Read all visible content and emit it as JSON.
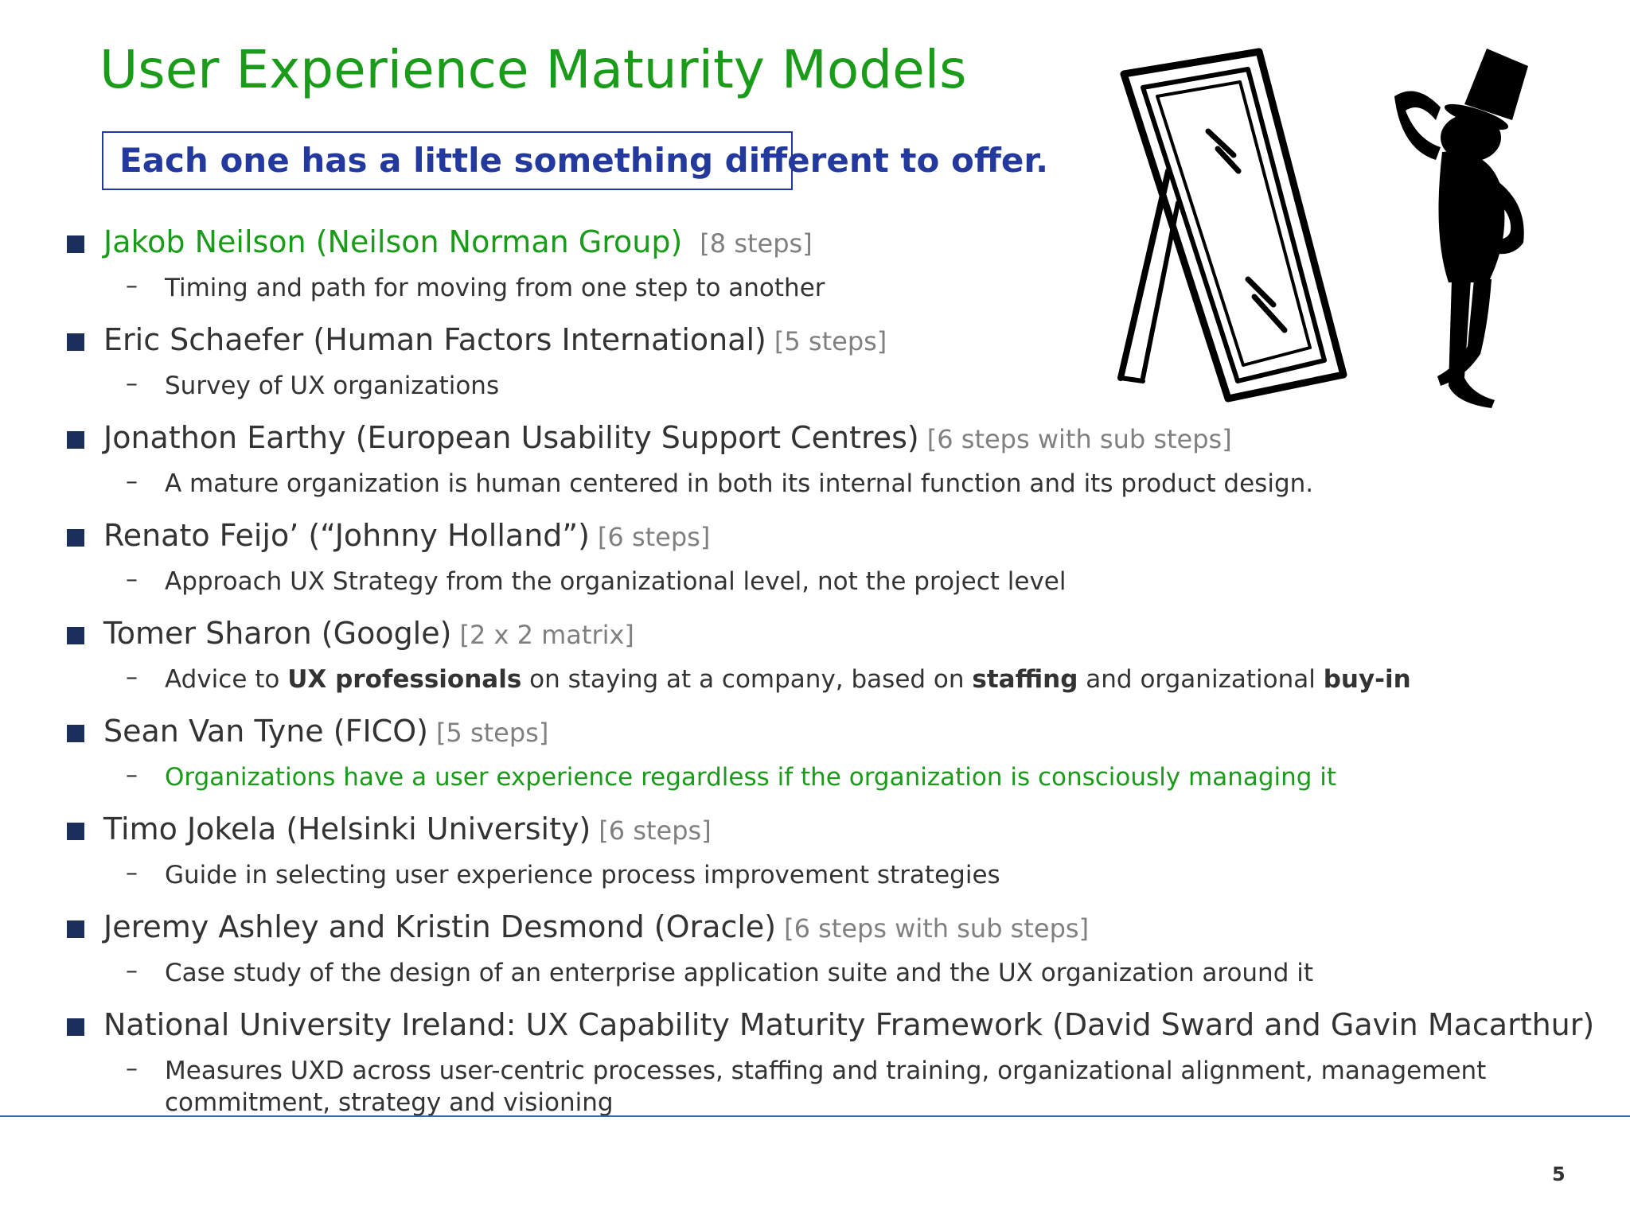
{
  "slide": {
    "title": "User Experience Maturity Models",
    "subtitle": "Each one has a little something different to offer.",
    "page_number": "5"
  },
  "items": [
    {
      "name": "Jakob Neilson (Neilson Norman Group)",
      "steps": "[8 steps]",
      "green": true,
      "sub": [
        "Timing and path for moving from one step to another"
      ]
    },
    {
      "name": "Eric Schaefer (Human Factors International)",
      "steps": "[5 steps]",
      "sub": [
        "Survey of UX organizations"
      ]
    },
    {
      "name": "Jonathon Earthy (European Usability Support Centres)",
      "steps": "[6 steps with sub steps]",
      "sub": [
        "A mature organization is human centered in both its internal function and its product design."
      ]
    },
    {
      "name": "Renato Feijo’ (“Johnny Holland”)",
      "steps": "[6 steps]",
      "sub": [
        "Approach UX Strategy from the organizational level, not the project level"
      ]
    },
    {
      "name": "Tomer Sharon (Google)",
      "steps": "[2 x 2 matrix]",
      "sub_rich": {
        "p1": "Advice to ",
        "b1": "UX professionals",
        "p2": " on staying at a company, based on ",
        "b2": "staffing",
        "p3": " and organizational ",
        "b3": "buy-in"
      }
    },
    {
      "name": "Sean Van Tyne (FICO)",
      "steps": "[5 steps]",
      "sub": [
        "Organizations have a user experience regardless if the organization is consciously managing it"
      ],
      "sub_green": true
    },
    {
      "name": "Timo Jokela (Helsinki University)",
      "steps": "[6 steps]",
      "sub": [
        "Guide in selecting user experience process improvement strategies"
      ]
    },
    {
      "name": "Jeremy Ashley and Kristin Desmond (Oracle)",
      "steps": "[6 steps with sub steps]",
      "sub": [
        "Case study of the design of an enterprise application suite and the UX organization around it"
      ]
    },
    {
      "name": "National University Ireland: UX Capability Maturity Framework (David Sward and Gavin Macarthur)",
      "steps": "",
      "sub": [
        "Measures UXD across user-centric processes, staffing and training, organizational alignment, management",
        "commitment, strategy and visioning"
      ]
    }
  ],
  "sub_dash": "–",
  "icons": {
    "illustration": "mirror-and-figure-illustration",
    "bullet": "square-bullet-icon"
  },
  "colors": {
    "title": "#1a9b1a",
    "subtitle": "#23399e",
    "bullet": "#1b2f5a",
    "steps": "#808080"
  }
}
